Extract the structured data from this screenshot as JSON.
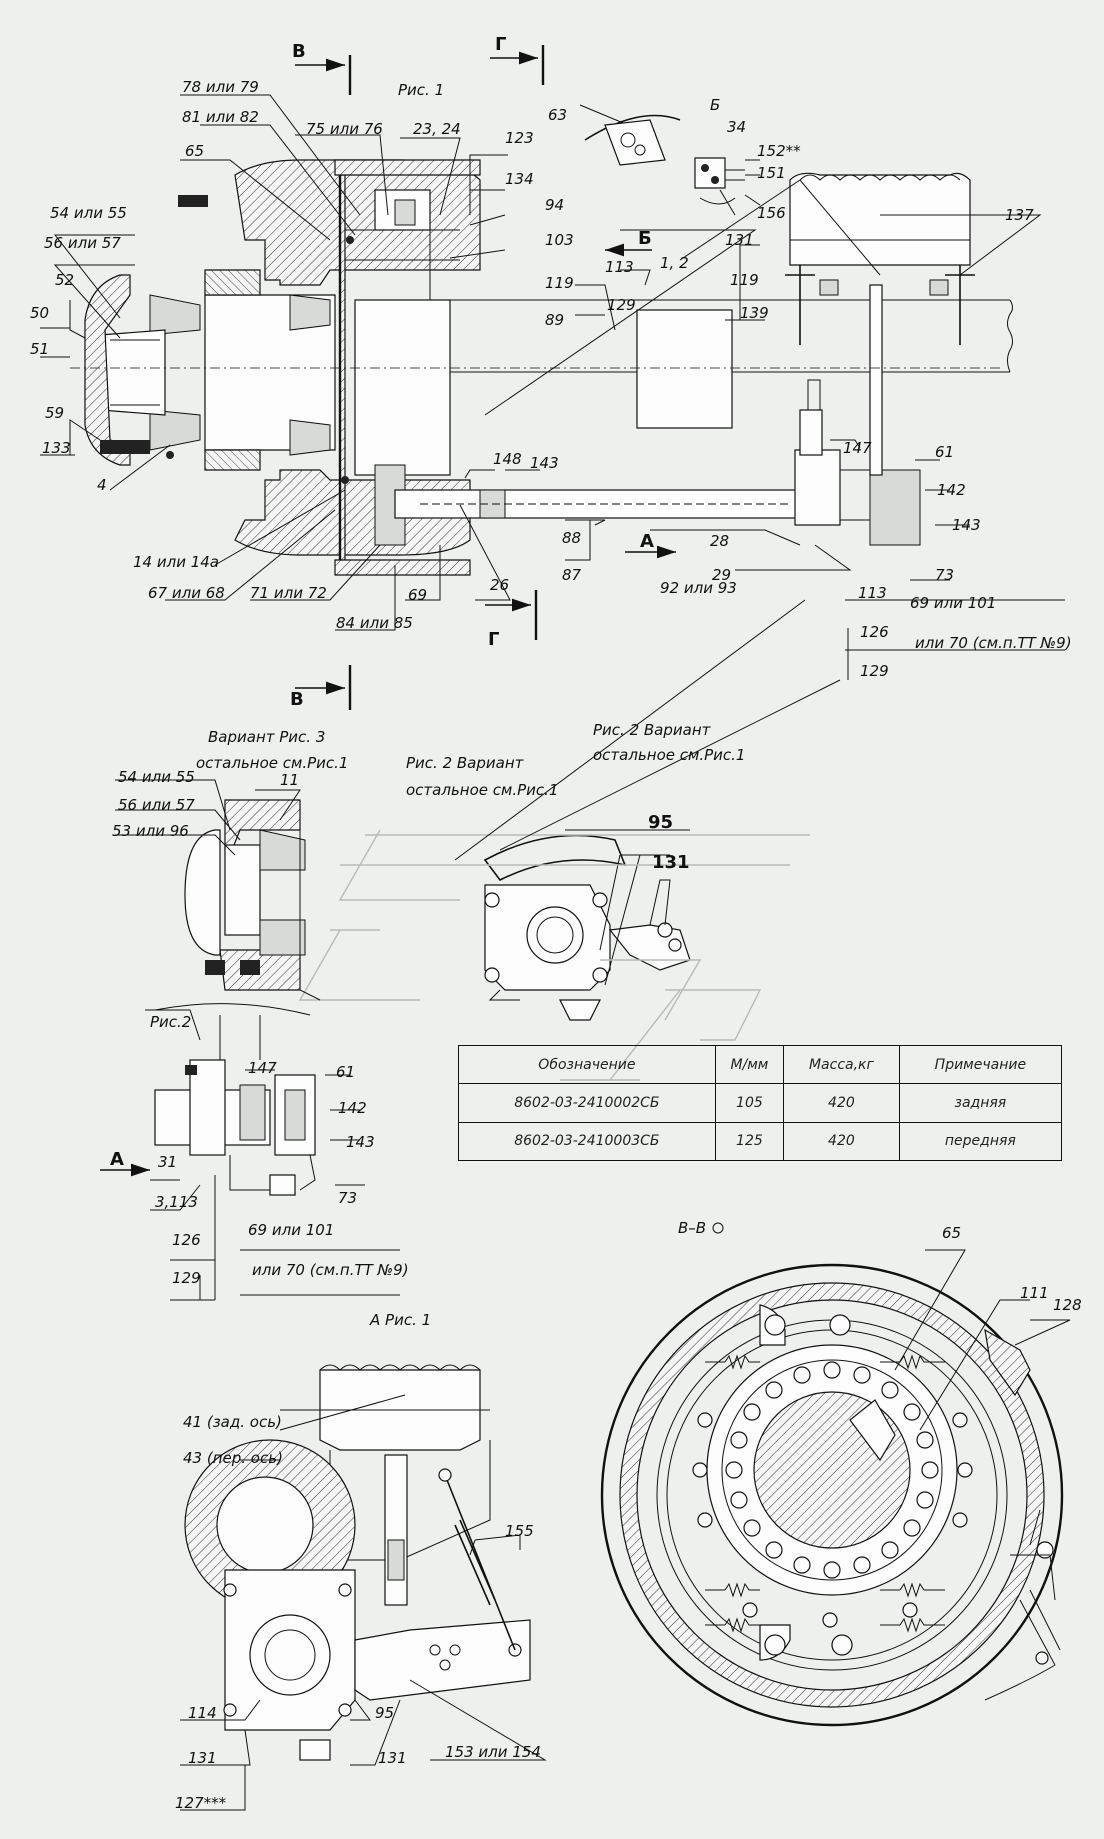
{
  "figure_labels": {
    "fig1": "Рис. 1",
    "fig2_variant": "Рис. 2 Вариант",
    "fig2_rest": "остальное см.Рис.1",
    "fig2_variant_b": "Рис. 2 Вариант",
    "fig2_rest_b": "остальное см.Рис.1",
    "fig3_variant": "Вариант Рис. 3",
    "fig3_rest": "остальное см.Рис.1",
    "fig2_small": "Рис.2",
    "view_a": "А    Рис. 1",
    "section_bb": "В–В",
    "view_b": "Б"
  },
  "section_marks": {
    "v_top": "В",
    "g_top": "Г",
    "v_bottom": "В",
    "g_bottom": "Г",
    "a_arrow": "А",
    "b_arrow": "Б",
    "a_arrow2": "А"
  },
  "callouts": {
    "c78": "78 или 79",
    "c81": "81 или 82",
    "c75": "75 или 76",
    "c23": "23, 24",
    "c65": "65",
    "c123": "123",
    "c134": "134",
    "c94": "94",
    "c103": "103",
    "c54": "54 или 55",
    "c56": "56 или 57",
    "c52": "52",
    "c50": "50",
    "c51": "51",
    "c59": "59",
    "c133": "133",
    "c4": "4",
    "c14": "14 или 14а",
    "c67": "67 или 68",
    "c71": "71 или 72",
    "c84": "84 или 85",
    "c69": "69",
    "c26": "26",
    "c148": "148",
    "c143": "143",
    "c88": "88",
    "c87": "87",
    "c131": "131",
    "c12": "1, 2",
    "c113": "113",
    "c129": "129",
    "c119": "119",
    "c119b": "119",
    "c89": "89",
    "c139": "139",
    "c63": "63",
    "c34": "34",
    "c152": "152**",
    "c151": "151",
    "c156": "156",
    "c137": "137",
    "c147": "147",
    "c61": "61",
    "c142": "142",
    "c143b": "143",
    "c73": "73",
    "c28": "28",
    "c29": "29",
    "c92": "92 или 93",
    "c113b": "113",
    "c69b": "69 или 101",
    "c70": "или 70 (см.п.ТТ №9)",
    "c126": "126",
    "c129b": "129",
    "c95": "95",
    "c131b": "131",
    "c54b": "54 или 55",
    "c56b": "56 или 57",
    "c53": "53 или 96",
    "c11": "11",
    "c147b": "147",
    "c61b": "61",
    "c142b": "142",
    "c143c": "143",
    "c31": "31",
    "c3": "3,113",
    "c73b": "73",
    "c126b": "126",
    "c129c": "129",
    "c69c": "69 или 101",
    "c70b": "или 70 (см.п.ТТ №9)",
    "c41": "41 (зад. ось)",
    "c43": "43 (пер. ось)",
    "c155": "155",
    "c114": "114",
    "c131c": "131",
    "c127": "127***",
    "c95b": "95",
    "c131d": "131",
    "c153": "153 или 154",
    "c65b": "65",
    "c111": "111",
    "c128": "128"
  },
  "table": {
    "headers": [
      "Обозначение",
      "М/мм",
      "Масса,кг",
      "Примечание"
    ],
    "rows": [
      [
        "8602-03-2410002СБ",
        "105",
        "420",
        "задняя"
      ],
      [
        "8602-03-2410003СБ",
        "125",
        "420",
        "передняя"
      ]
    ]
  }
}
